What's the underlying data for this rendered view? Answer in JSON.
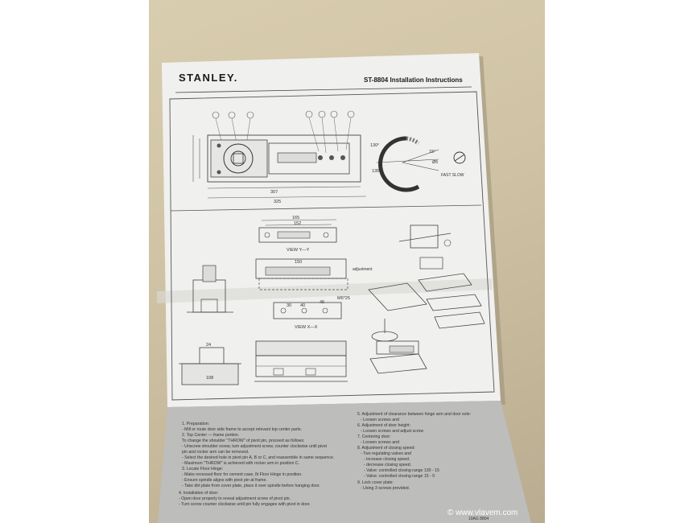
{
  "photo": {
    "description_note": "",
    "background_color": "#d6c9ac",
    "paper_color": "#efefec"
  },
  "document": {
    "brand": "STANLEY.",
    "title": "ST-8804 Installation Instructions",
    "dimensions": {
      "top_assembly": [
        "307",
        "325"
      ],
      "view_y": [
        "165",
        "152",
        "VIEW Y—Y"
      ],
      "view_x": [
        "150",
        "30",
        "40",
        "46",
        "M6*25",
        "VIEW X—X"
      ],
      "angles": [
        "130°",
        "15°",
        "Ø5",
        "135°"
      ],
      "floor": [
        "24",
        "108"
      ]
    },
    "instructions_left": [
      "1. Preparation:",
      "- Mill or route door side frame to accept relevant top center parts.",
      "2. Top Center — frame portion.",
      "To change the shoulder \"THROW\" of pivot pin, proceed as follows:",
      "- Unscrew shoulder screw, turn adjustment screw, counter clockwise until pivot",
      "pin and rocker arm can be removed.",
      "- Select the desired hole in pivot pin A, B or C, and reassemble in same sequence.",
      "- Maximum \"THROW\" is achieved with rocker arm in position C.",
      "3. Locate Floor Hinge:",
      "- Make recessed floor for cement case, fit Floor Hinge in position.",
      "- Ensure spindle aligns with pivot pin at frame.",
      "- Take dirt plate from cover plate, place it over spindle before hanging door.",
      "4. Installation of door:",
      "- Open door properly to reveal adjustment screw of pivot pin.",
      "- Turn screw counter clockwise until pin fully engages with pivot in door."
    ],
    "instructions_right": [
      "5. Adjustment of clearance between hinge arm and door sole:",
      "- Loosen screws and",
      "6. Adjustment of door height:",
      "- Loosen screws and adjust screw",
      "7. Centering door:",
      "- Loosen screws and",
      "8. Adjustment of closing speed:",
      "- Two regulating valves and",
      "- increase closing speed.",
      "- decrease closing speed.",
      "- Valve: controlled closing range 130 - 15",
      "- Valve: controlled closing range 15 - 0",
      "9. Lock cover plate:",
      "- Using 3 screws provided."
    ],
    "footer_code": "10AG 8804"
  },
  "watermark": {
    "text": "© www.vlavem.com"
  }
}
